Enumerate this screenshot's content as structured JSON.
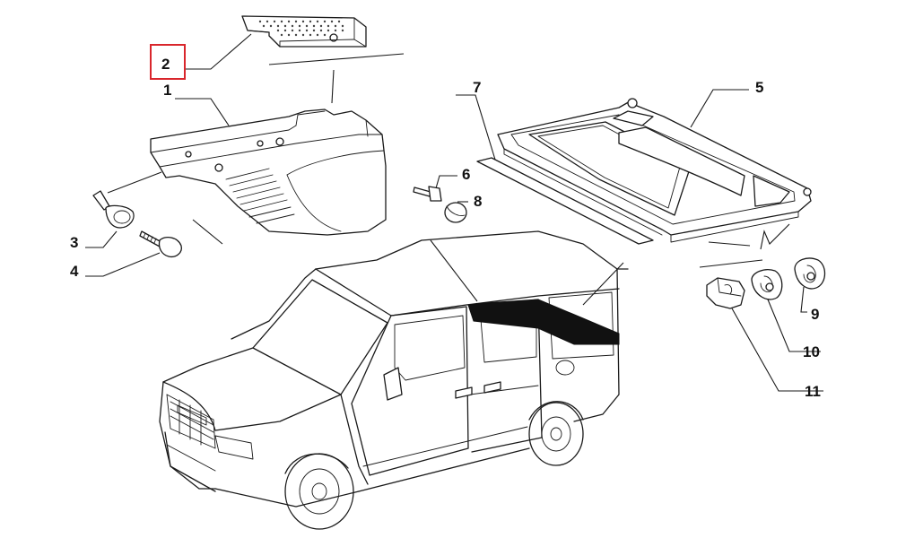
{
  "diagram": {
    "callouts": [
      {
        "id": "2",
        "label": "2",
        "highlighted": true
      },
      {
        "id": "1",
        "label": "1",
        "highlighted": false
      },
      {
        "id": "7",
        "label": "7",
        "highlighted": false
      },
      {
        "id": "5",
        "label": "5",
        "highlighted": false
      },
      {
        "id": "6",
        "label": "6",
        "highlighted": false
      },
      {
        "id": "8",
        "label": "8",
        "highlighted": false
      },
      {
        "id": "3",
        "label": "3",
        "highlighted": false
      },
      {
        "id": "4",
        "label": "4",
        "highlighted": false
      },
      {
        "id": "9",
        "label": "9",
        "highlighted": false
      },
      {
        "id": "10",
        "label": "10",
        "highlighted": false
      },
      {
        "id": "11",
        "label": "11",
        "highlighted": false
      }
    ],
    "highlight_color": "#d9262c",
    "line_color": "#1a1a1a",
    "cargo_area_fill": "#111111"
  }
}
